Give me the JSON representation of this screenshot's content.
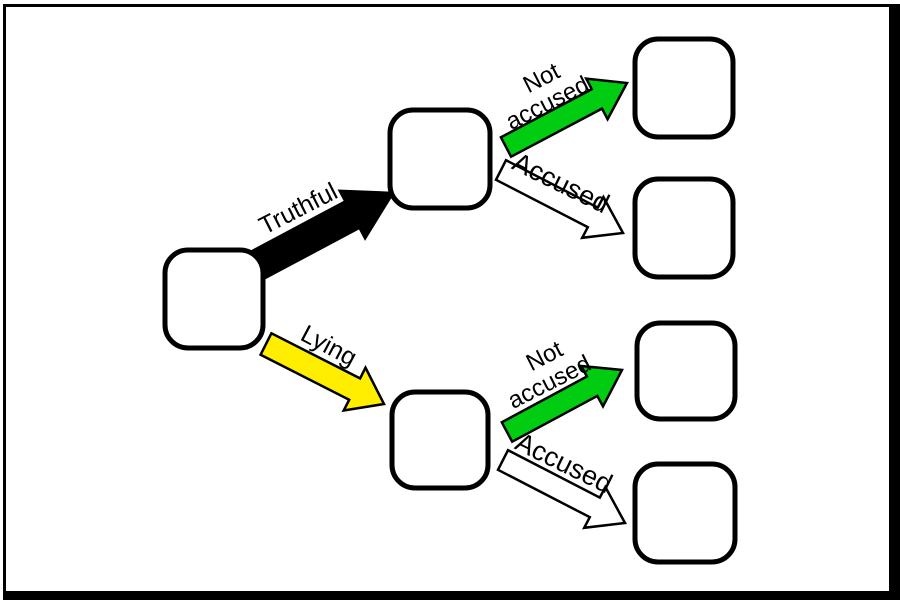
{
  "diagram": {
    "type": "decision-tree",
    "colors": {
      "background": "#ffffff",
      "frame": "#000000",
      "node_fill": "#ffffff",
      "node_stroke": "#000000",
      "truthful_arrow": "#000000",
      "lying_arrow": "#ffee00",
      "not_accused_arrow": "#00cc11",
      "accused_arrow": "#ffffff",
      "text": "#000000"
    },
    "labels": {
      "truthful": "Truthful",
      "lying": "Lying",
      "not": "Not",
      "accused_lowercase": "accused",
      "accused": "Accused"
    },
    "nodes": [
      {
        "id": "root",
        "label": ""
      },
      {
        "id": "truthful-node",
        "label": ""
      },
      {
        "id": "lying-node",
        "label": ""
      },
      {
        "id": "truthful-not-accused-node",
        "label": ""
      },
      {
        "id": "truthful-accused-node",
        "label": ""
      },
      {
        "id": "lying-not-accused-node",
        "label": ""
      },
      {
        "id": "lying-accused-node",
        "label": ""
      }
    ],
    "edges": [
      {
        "from": "root",
        "to": "truthful-node",
        "label": "Truthful",
        "color": "#000000"
      },
      {
        "from": "root",
        "to": "lying-node",
        "label": "Lying",
        "color": "#ffee00"
      },
      {
        "from": "truthful-node",
        "to": "truthful-not-accused-node",
        "label": "Not accused",
        "color": "#00cc11"
      },
      {
        "from": "truthful-node",
        "to": "truthful-accused-node",
        "label": "Accused",
        "color": "#ffffff"
      },
      {
        "from": "lying-node",
        "to": "lying-not-accused-node",
        "label": "Not accused",
        "color": "#00cc11"
      },
      {
        "from": "lying-node",
        "to": "lying-accused-node",
        "label": "Accused",
        "color": "#ffffff"
      }
    ]
  }
}
